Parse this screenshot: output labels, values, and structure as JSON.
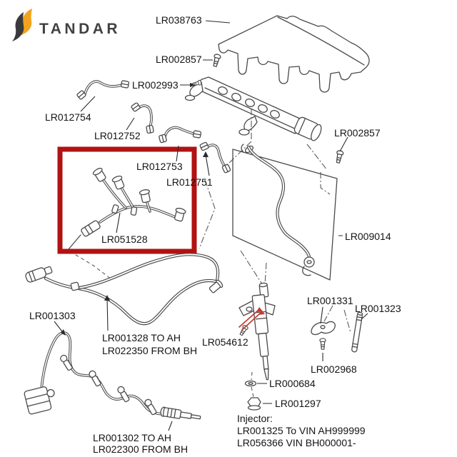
{
  "brand": {
    "name": "TANDAR",
    "icon": "s-flame-logo-icon",
    "icon_color_primary": "#f2a31d",
    "icon_color_secondary": "#3a3a3c",
    "text_color": "#414144"
  },
  "diagram": {
    "type": "exploded-parts-diagram",
    "subject": "engine fuel injection system",
    "highlight_color": "#b11212",
    "arrow_color": "#c23b2f",
    "line_color": "#4a4a4a",
    "label_color": "#141414",
    "background_color": "#ffffff"
  },
  "labels": {
    "lr038763": "LR038763",
    "lr002857_top": "LR002857",
    "lr002993": "LR002993",
    "lr012754": "LR012754",
    "lr012752": "LR012752",
    "lr012753": "LR012753",
    "lr012751": "LR012751",
    "lr051528": "LR051528",
    "lr009014": "LR009014",
    "lr002857_right": "LR002857",
    "lr001303": "LR001303",
    "lr001328_to_ah": "LR001328 TO AH",
    "lr022350_from_bh": "LR022350 FROM BH",
    "lr054612": "LR054612",
    "lr001331": "LR001331",
    "lr001323": "LR001323",
    "lr002968": "LR002968",
    "lr000684": "LR000684",
    "lr001297": "LR001297",
    "lr001302_to_ah": "LR001302 TO AH",
    "lr022300_from_bh": "LR022300 FROM BH"
  },
  "note": {
    "title": "Injector:",
    "line1": "LR001325 To VIN AH999999",
    "line2": "LR056366 VIN BH000001-"
  }
}
